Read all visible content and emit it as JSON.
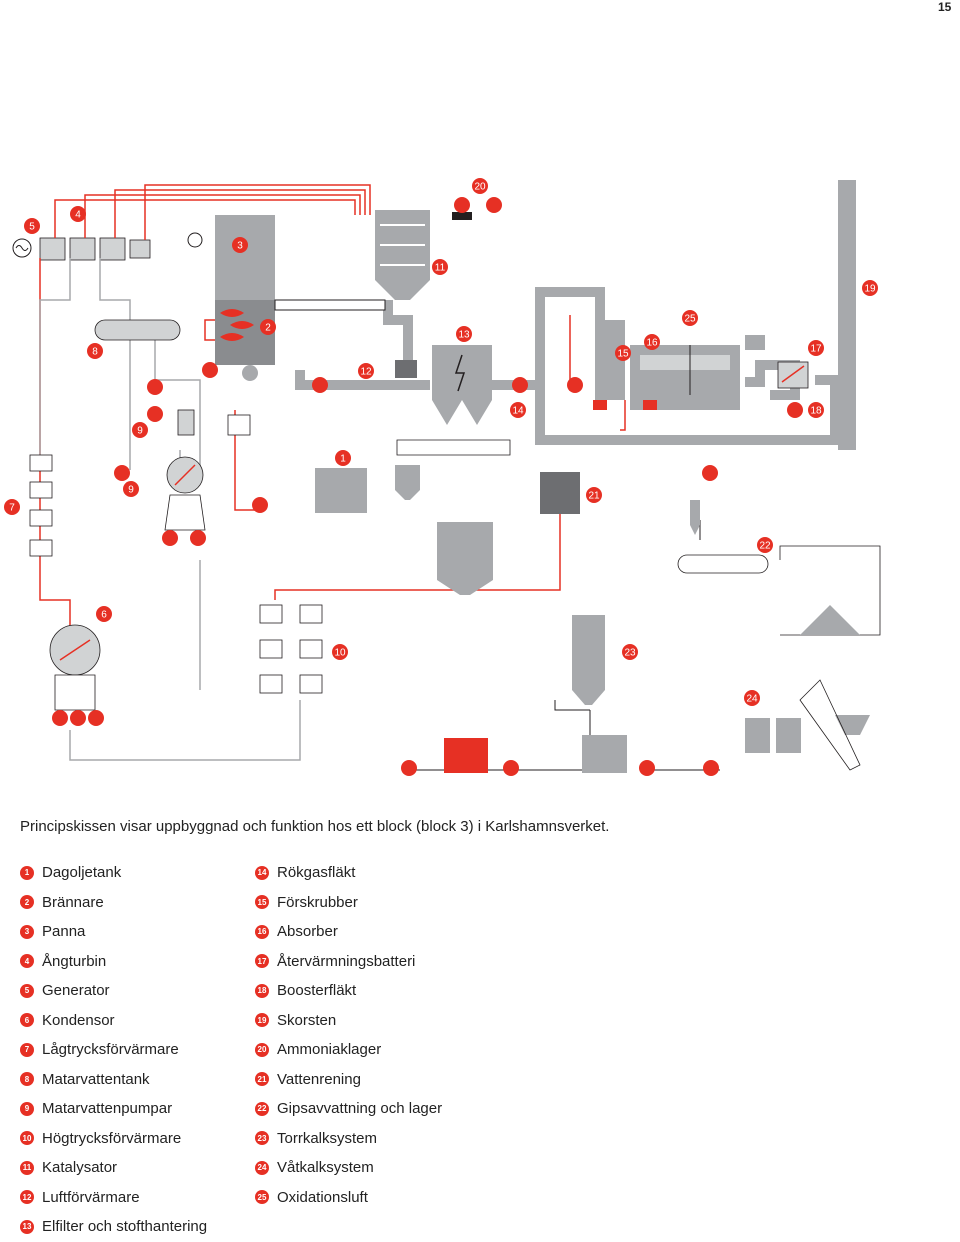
{
  "page_number": "15",
  "caption": "Principskissen visar uppbyggnad och funktion hos ett block (block 3) i Karlshamnsverket.",
  "legend_left": [
    {
      "num": "1",
      "label": "Dagoljetank"
    },
    {
      "num": "2",
      "label": "Brännare"
    },
    {
      "num": "3",
      "label": "Panna"
    },
    {
      "num": "4",
      "label": "Ångturbin"
    },
    {
      "num": "5",
      "label": "Generator"
    },
    {
      "num": "6",
      "label": "Kondensor"
    },
    {
      "num": "7",
      "label": "Lågtrycksförvärmare"
    },
    {
      "num": "8",
      "label": "Matarvattentank"
    },
    {
      "num": "9",
      "label": "Matarvattenpumpar"
    },
    {
      "num": "10",
      "label": "Högtrycksförvärmare"
    },
    {
      "num": "11",
      "label": "Katalysator"
    },
    {
      "num": "12",
      "label": "Luftförvärmare"
    },
    {
      "num": "13",
      "label": "Elfilter och stofthantering"
    }
  ],
  "legend_right": [
    {
      "num": "14",
      "label": "Rökgasfläkt"
    },
    {
      "num": "15",
      "label": "Förskrubber"
    },
    {
      "num": "16",
      "label": "Absorber"
    },
    {
      "num": "17",
      "label": "Återvärmningsbatteri"
    },
    {
      "num": "18",
      "label": "Boosterfläkt"
    },
    {
      "num": "19",
      "label": "Skorsten"
    },
    {
      "num": "20",
      "label": "Ammoniaklager"
    },
    {
      "num": "21",
      "label": "Vattenrening"
    },
    {
      "num": "22",
      "label": "Gipsavvattning och lager"
    },
    {
      "num": "23",
      "label": "Torrkalksystem"
    },
    {
      "num": "24",
      "label": "Våtkalksystem"
    },
    {
      "num": "25",
      "label": "Oxidationsluft"
    }
  ],
  "tags": [
    "1",
    "2",
    "3",
    "4",
    "5",
    "6",
    "7",
    "8",
    "9",
    "9",
    "9",
    "10",
    "11",
    "12",
    "13",
    "14",
    "15",
    "16",
    "17",
    "18",
    "19",
    "20",
    "21",
    "22",
    "23",
    "24",
    "25"
  ],
  "colors": {
    "red": "#e63024",
    "gray": "#a7a9ac",
    "dark": "#231f20",
    "light_gray": "#d1d3d4"
  }
}
